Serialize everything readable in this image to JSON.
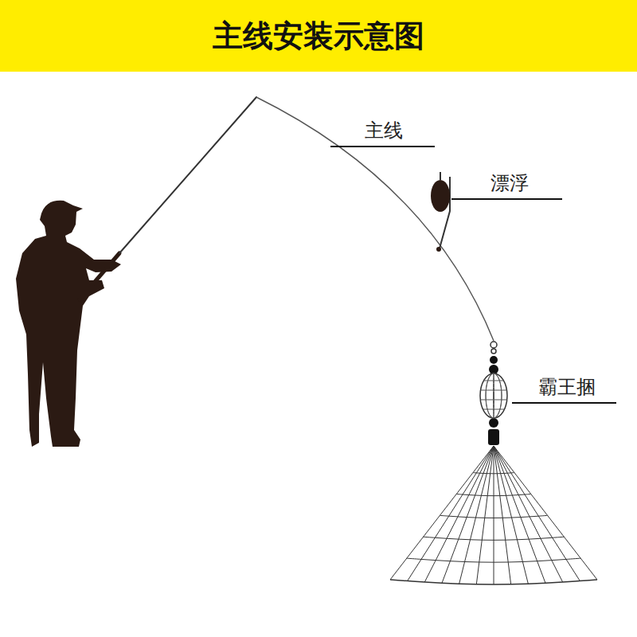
{
  "diagram": {
    "title": "主线安装示意图",
    "labels": [
      "主线",
      "漂浮",
      "霸王捆"
    ]
  }
}
